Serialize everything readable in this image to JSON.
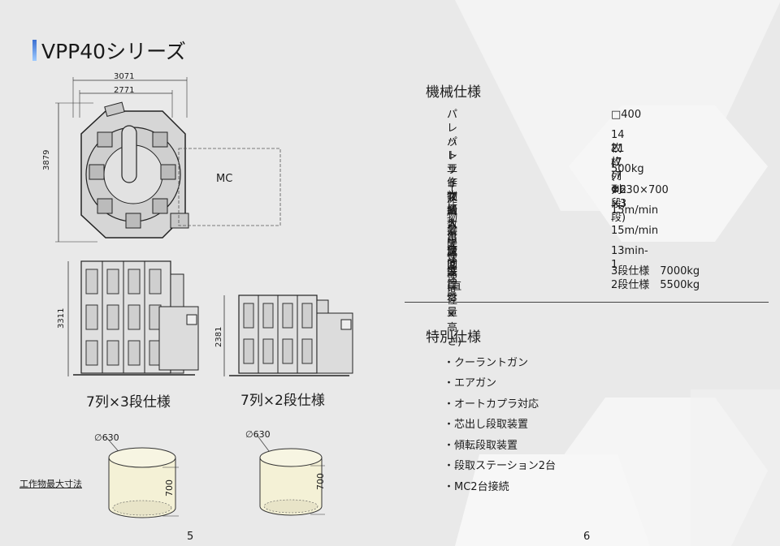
{
  "title": "VPP40シリーズ",
  "top_view": {
    "dim_outer_width": "3071",
    "dim_inner_width": "2771",
    "dim_height": "3879",
    "mc_label": "MC"
  },
  "front_views": [
    {
      "dim_height": "3311",
      "caption": "7列×3段仕様"
    },
    {
      "dim_height": "2381",
      "caption": "7列×2段仕様"
    }
  ],
  "workpiece": {
    "label": "工作物最大寸法",
    "cylinders": [
      {
        "diameter": "∅630",
        "height": "700"
      },
      {
        "diameter": "∅630",
        "height": "700"
      }
    ]
  },
  "page_numbers": {
    "left": "5",
    "right": "6"
  },
  "machine_spec": {
    "heading": "機械仕様",
    "rows": [
      {
        "label": "パレットサイズ",
        "values": [
          "□400"
        ]
      },
      {
        "label": "パレット収納数",
        "values": [
          "14枚(7列×2段)",
          "21枚(7列×3段)"
        ]
      },
      {
        "label": "工作物最大質量",
        "values": [
          "500kg"
        ]
      },
      {
        "label": "工作物最大寸法(直径×高さ)",
        "values": [
          "Φ630×700"
        ]
      },
      {
        "label": "搬入出速度",
        "values": [
          "15m/min"
        ]
      },
      {
        "label": "昇降速度",
        "values": [
          "15m/min"
        ]
      },
      {
        "label": "旋回速度",
        "values": [
          "13min-1"
        ]
      },
      {
        "label": "装置質量",
        "values": [
          "3段仕様　7000kg",
          "2段仕様　5500kg"
        ]
      }
    ]
  },
  "special_spec": {
    "heading": "特別仕様",
    "items": [
      "・クーラントガン",
      "・エアガン",
      "・オートカプラ対応",
      "・芯出し段取装置",
      "・傾転段取装置",
      "・段取ステーション2台",
      "・MC2台接続"
    ]
  },
  "colors": {
    "background": "#e9e9e9",
    "hexagon": "#f3f3f3",
    "cylinder_fill": "#f4f1d6",
    "title_accent": "#3b6fd1"
  }
}
